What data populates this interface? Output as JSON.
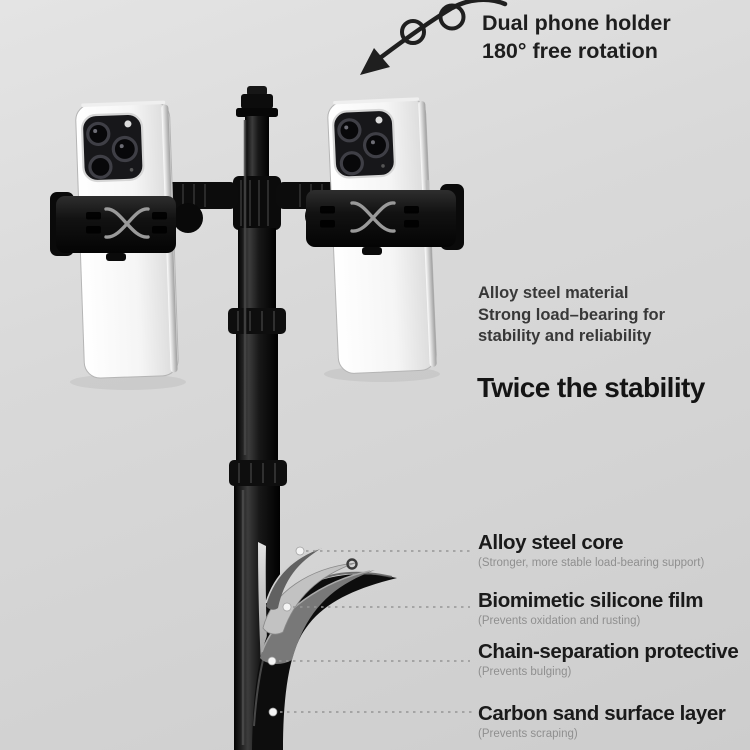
{
  "colors": {
    "background": "#d8d8d8",
    "ink": "#1e1e1e",
    "muted": "#8f8f8f",
    "metal": "#0d0d0d"
  },
  "header": {
    "icon": "curly-rotation-arrow",
    "line1": "Dual phone holder",
    "line2": "180° free rotation"
  },
  "feature": {
    "lines": [
      "Alloy steel material",
      "Strong load–bearing for",
      "stability and reliability"
    ],
    "heading": "Twice the stability"
  },
  "layers": [
    {
      "title": "Alloy steel core",
      "subtitle": "(Stronger, more stable load-bearing support)"
    },
    {
      "title": "Biomimetic silicone film",
      "subtitle": "(Prevents oxidation and rusting)"
    },
    {
      "title": "Chain-separation protective",
      "subtitle": "(Prevents bulging)"
    },
    {
      "title": "Carbon sand surface layer",
      "subtitle": "(Prevents scraping)"
    }
  ]
}
